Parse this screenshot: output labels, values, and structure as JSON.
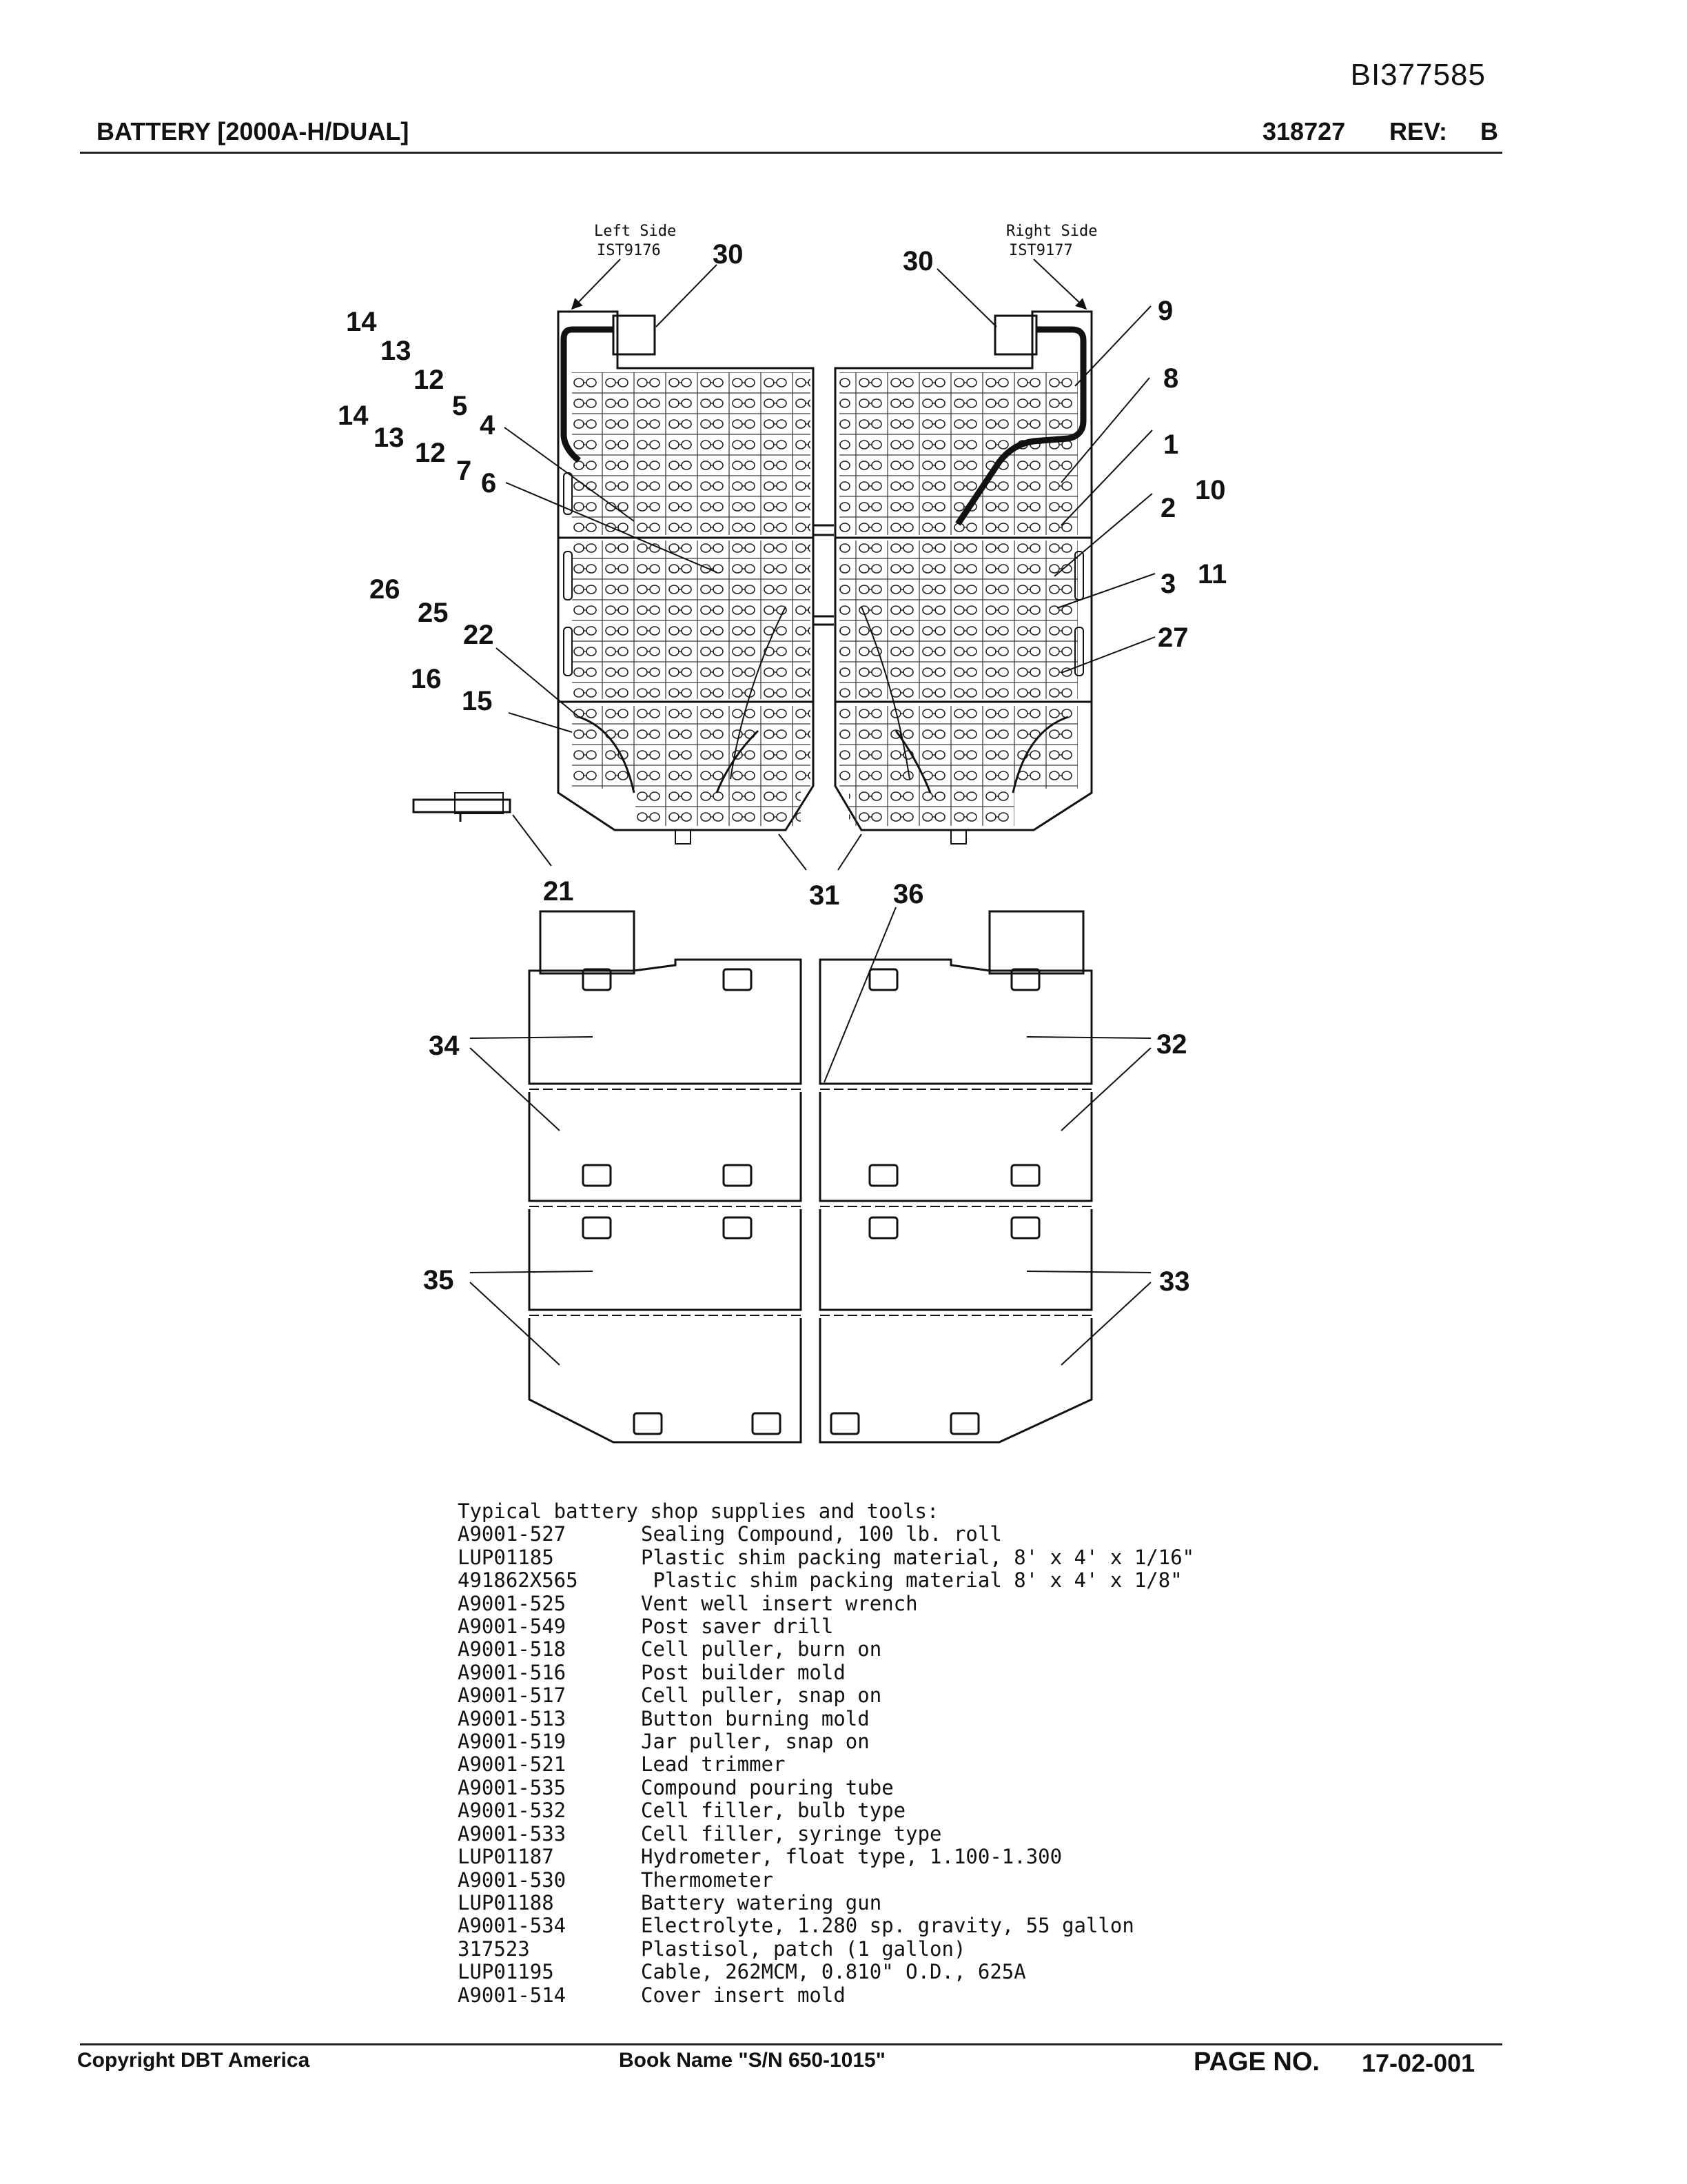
{
  "header": {
    "doc_id": "BI377585",
    "title": "BATTERY [2000A-H/DUAL]",
    "part_number": "318727",
    "rev_label": "REV:",
    "rev_value": "B"
  },
  "drawing": {
    "left_side_label": "Left Side",
    "left_side_part": "IST9176",
    "right_side_label": "Right Side",
    "right_side_part": "IST9177",
    "callouts": {
      "c30a": "30",
      "c30b": "30",
      "c9": "9",
      "c8": "8",
      "c1": "1",
      "c10": "10",
      "c2": "2",
      "c11": "11",
      "c3": "3",
      "c27": "27",
      "c14a": "14",
      "c13a": "13",
      "c12a": "12",
      "c5": "5",
      "c14b": "14",
      "c13b": "13",
      "c12b": "12",
      "c4": "4",
      "c7": "7",
      "c6": "6",
      "c26": "26",
      "c25": "25",
      "c22": "22",
      "c16": "16",
      "c15": "15",
      "c21": "21",
      "c31": "31",
      "c36": "36",
      "c34": "34",
      "c32": "32",
      "c35": "35",
      "c33": "33"
    }
  },
  "supplies": {
    "heading": "Typical battery shop supplies and tools:",
    "items": [
      {
        "part": "A9001-527",
        "desc": "Sealing Compound, 100 lb. roll"
      },
      {
        "part": "LUP01185",
        "desc": "Plastic shim packing material, 8' x 4' x 1/16\""
      },
      {
        "part": "491862X565",
        "desc": " Plastic shim packing material 8' x 4' x 1/8\""
      },
      {
        "part": "A9001-525",
        "desc": "Vent well insert wrench"
      },
      {
        "part": "A9001-549",
        "desc": "Post saver drill"
      },
      {
        "part": "A9001-518",
        "desc": "Cell puller, burn on"
      },
      {
        "part": "A9001-516",
        "desc": "Post builder mold"
      },
      {
        "part": "A9001-517",
        "desc": "Cell puller, snap on"
      },
      {
        "part": "A9001-513",
        "desc": "Button burning mold"
      },
      {
        "part": "A9001-519",
        "desc": "Jar puller, snap on"
      },
      {
        "part": "A9001-521",
        "desc": "Lead trimmer"
      },
      {
        "part": "A9001-535",
        "desc": "Compound pouring tube"
      },
      {
        "part": "A9001-532",
        "desc": "Cell filler, bulb type"
      },
      {
        "part": "A9001-533",
        "desc": "Cell filler, syringe type"
      },
      {
        "part": "LUP01187",
        "desc": "Hydrometer, float type, 1.100-1.300"
      },
      {
        "part": "A9001-530",
        "desc": "Thermometer"
      },
      {
        "part": "LUP01188",
        "desc": "Battery watering gun"
      },
      {
        "part": "A9001-534",
        "desc": "Electrolyte, 1.280 sp. gravity, 55 gallon"
      },
      {
        "part": "317523",
        "desc": "Plastisol, patch (1 gallon)"
      },
      {
        "part": "LUP01195",
        "desc": "Cable, 262MCM, 0.810\" O.D., 625A"
      },
      {
        "part": "A9001-514",
        "desc": "Cover insert mold"
      }
    ]
  },
  "footer": {
    "copyright": "Copyright DBT America",
    "book_name": "Book Name \"S/N 650-1015\"",
    "page_label": "PAGE NO.",
    "page_value": "17-02-001"
  }
}
